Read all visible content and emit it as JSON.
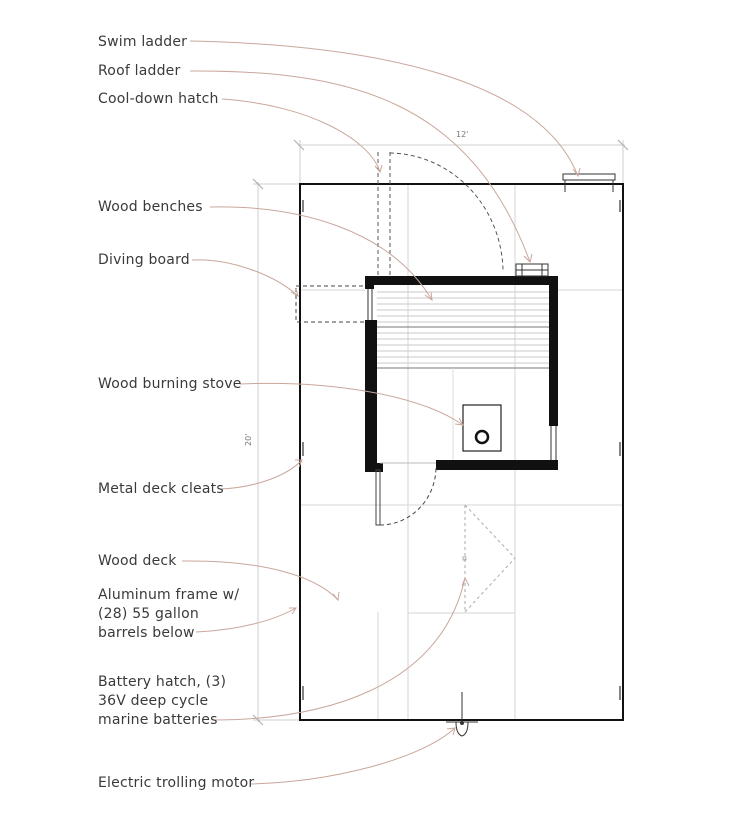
{
  "labels": {
    "swim_ladder": "Swim ladder",
    "roof_ladder": "Roof ladder",
    "cooldown_hatch": "Cool-down hatch",
    "wood_benches": "Wood benches",
    "diving_board": "Diving board",
    "wood_stove": "Wood burning stove",
    "deck_cleats": "Metal deck cleats",
    "wood_deck": "Wood deck",
    "aluminum_frame": "Aluminum frame w/\n(28) 55 gallon\nbarrels below",
    "battery_hatch": "Battery hatch, (3)\n36V deep cycle\nmarine batteries",
    "trolling_motor": "Electric trolling motor"
  },
  "dimensions": {
    "width": "12'",
    "length": "20'"
  },
  "colors": {
    "leader": "#c9a79c",
    "wall": "#111111",
    "line": "#222222",
    "faint": "#cfcfcf"
  }
}
